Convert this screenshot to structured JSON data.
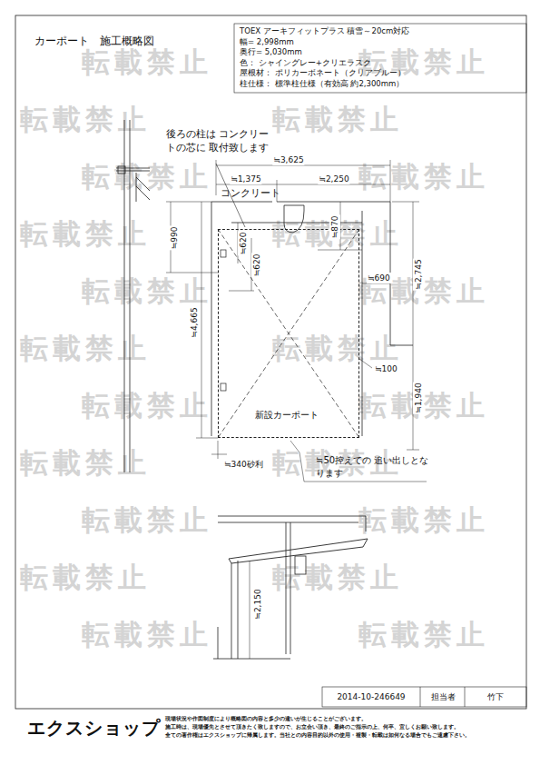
{
  "diagram": {
    "title": "カーポート　施工概略図",
    "nodes": [
      {
        "text": [
          "TOEX アーキフィットプラス 積雪～20cm対応",
          "幅= 2,998mm",
          "奥行= 5,030mm",
          "色： シャイングレー+クリエラスク",
          "屋根材： ポリカーボネート（クリアブルー）",
          "柱仕様： 標準柱仕様（有効高 約2,300mm）"
        ]
      },
      {
        "text": [
          "新設カーポート"
        ]
      }
    ],
    "edges": [],
    "labels": [
      "後ろの柱は コンクリートの芯に 取付致します",
      "≒3,625",
      "≒1,375",
      "≒2,250",
      "コンクリート",
      "≒990",
      "≒4,665",
      "≒620",
      "≒620",
      "≒870",
      "≒690",
      "≒2,745",
      "≒100",
      "≒1,940",
      "≒340砂利",
      "≒50控えての 追い出しとなります",
      "≒2,150",
      "2014-10-246649",
      "担当者",
      "竹下",
      "エクスショップ",
      "現場状況や作図制度により概略図の内容と多少の違いが生じることがございます。",
      "施工時は、現場優先とさせて頂きたく致しますので、お立会い頂き、最終のご指示の上、何卒、宜しくお願い致します。",
      "全ての著作権はエクスショップに帰属します。当社との内容目的以外の使用・複製・転載は如何なる場合でもご遠慮下さい。",
      "転載禁止",
      "転載禁止",
      "転載禁止",
      "転載禁止",
      "転載禁止",
      "転載禁止",
      "転載禁止",
      "転載禁止",
      "転載禁止",
      "転載禁止",
      "転載禁止",
      "転載禁止",
      "転載禁止",
      "転載禁止",
      "転載禁止",
      "転載禁止",
      "転載禁止",
      "転載禁止",
      "転載禁止",
      "転載禁止",
      "転載禁止",
      "転載禁止"
    ]
  }
}
